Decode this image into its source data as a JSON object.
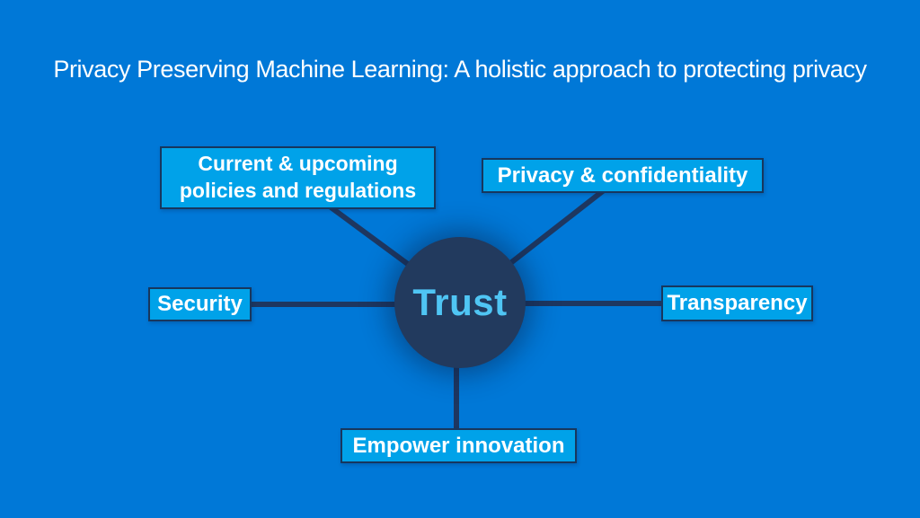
{
  "title": "Privacy Preserving Machine Learning: A holistic approach to protecting privacy",
  "diagram": {
    "center_node": {
      "label": "Trust"
    },
    "nodes": [
      {
        "id": "policies",
        "label": "Current & upcoming policies and regulations",
        "position": "top-left"
      },
      {
        "id": "privacy",
        "label": "Privacy & confidentiality",
        "position": "top-right"
      },
      {
        "id": "security",
        "label": "Security",
        "position": "left"
      },
      {
        "id": "transparency",
        "label": "Transparency",
        "position": "right"
      },
      {
        "id": "innovation",
        "label": "Empower innovation",
        "position": "bottom"
      }
    ]
  },
  "colors": {
    "background": "#0078D7",
    "node_fill": "#00A2E9",
    "node_border": "#17375E",
    "node_text": "#FFFFFF",
    "center_fill": "#223A5E",
    "center_text": "#4FC5F4",
    "connector": "#1E3760",
    "title_text": "#FFFFFF"
  }
}
